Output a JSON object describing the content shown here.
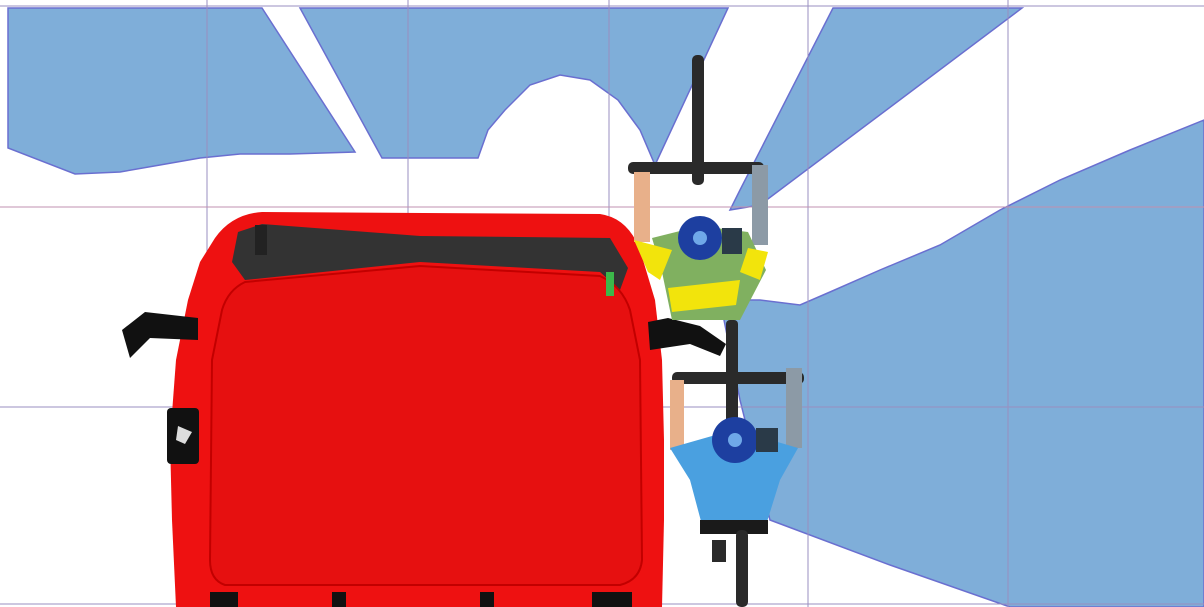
{
  "scene": {
    "kind": "top-down blind-spot visibility diagram",
    "colors": {
      "background": "#ffffff",
      "visible_zone": "#7faed9",
      "visible_zone_edge": "#6a6fd0",
      "grid_line": "#9a8fc0",
      "grid_line_horizontal": "#c090b0",
      "vehicle_body": "#ee1111",
      "vehicle_roof_trim": "#333333",
      "mirror": "#111111",
      "cyclist_front_jersey": "#80b060",
      "cyclist_front_sleeves": "#f2e40c",
      "cyclist_rear_jersey": "#4aa0e0",
      "helmet": "#1d3fa0",
      "bicycle": "#2a2a2a",
      "skin": "#e8b08a",
      "arm_sleeve_grey": "#8c9aa6"
    },
    "objects": [
      "vehicle-top-view",
      "cyclist-front",
      "cyclist-rear",
      "visibility-zones",
      "reference-grid"
    ]
  }
}
